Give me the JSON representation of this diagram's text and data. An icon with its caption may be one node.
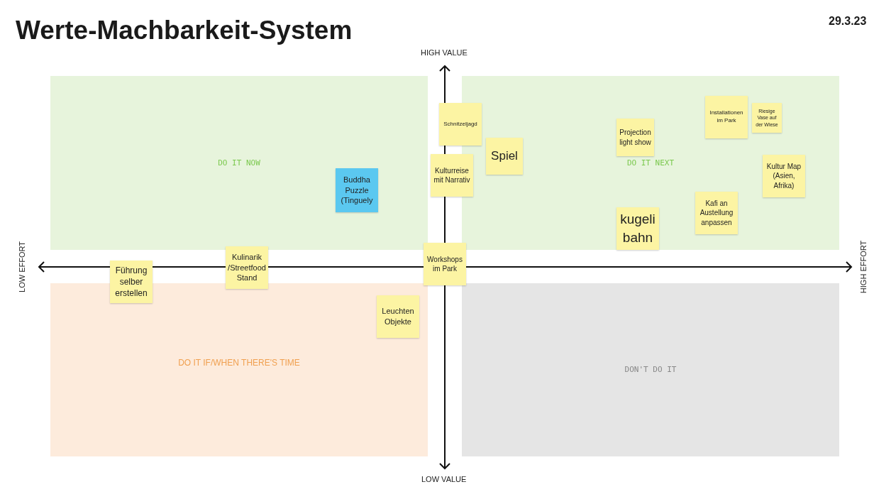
{
  "diagram": {
    "title": "Werte-Machbarkeit-System",
    "nodes": [
      {
        "text": [
          "DO IT NOW"
        ]
      },
      {
        "text": [
          "Buddha Puzzle (Tinguely"
        ],
        "in": 0
      },
      {
        "text": [
          "Schnitzeljagd"
        ]
      },
      {
        "text": [
          "DO IT NEXT"
        ]
      },
      {
        "text": [
          "Installationen im Park"
        ],
        "in": 3
      },
      {
        "text": [
          "Riesige Vase auf der Wiese"
        ],
        "in": 3
      },
      {
        "text": [
          "Projection light show"
        ],
        "in": 3
      },
      {
        "text": [
          "Spiel"
        ],
        "in": 3
      },
      {
        "text": [
          "Kulturreise mit Narrativ"
        ]
      },
      {
        "text": [
          "Kultur Map (Asien, Afrika)"
        ],
        "in": 3
      },
      {
        "text": [
          "Kafi an Austellung anpassen"
        ],
        "in": 3
      },
      {
        "text": [
          "kugeli bahn"
        ],
        "in": 3
      },
      {
        "text": [
          "Kulinarik /Streetfood Stand"
        ]
      },
      {
        "text": [
          "Workshops im Park"
        ]
      },
      {
        "text": [
          "Führung selber erstellen"
        ]
      },
      {
        "text": [
          "DO IT IF/WHEN THERE'S TIME"
        ]
      },
      {
        "text": [
          "Leuchten Objekte"
        ],
        "in": 15
      },
      {
        "text": [
          "DON'T DO IT"
        ]
      }
    ],
    "edges": [],
    "labels": [
      "29.3.23",
      "HIGH VALUE",
      "LOW EFFORT",
      "HIGH EFFORT",
      "LOW VALUE"
    ]
  }
}
